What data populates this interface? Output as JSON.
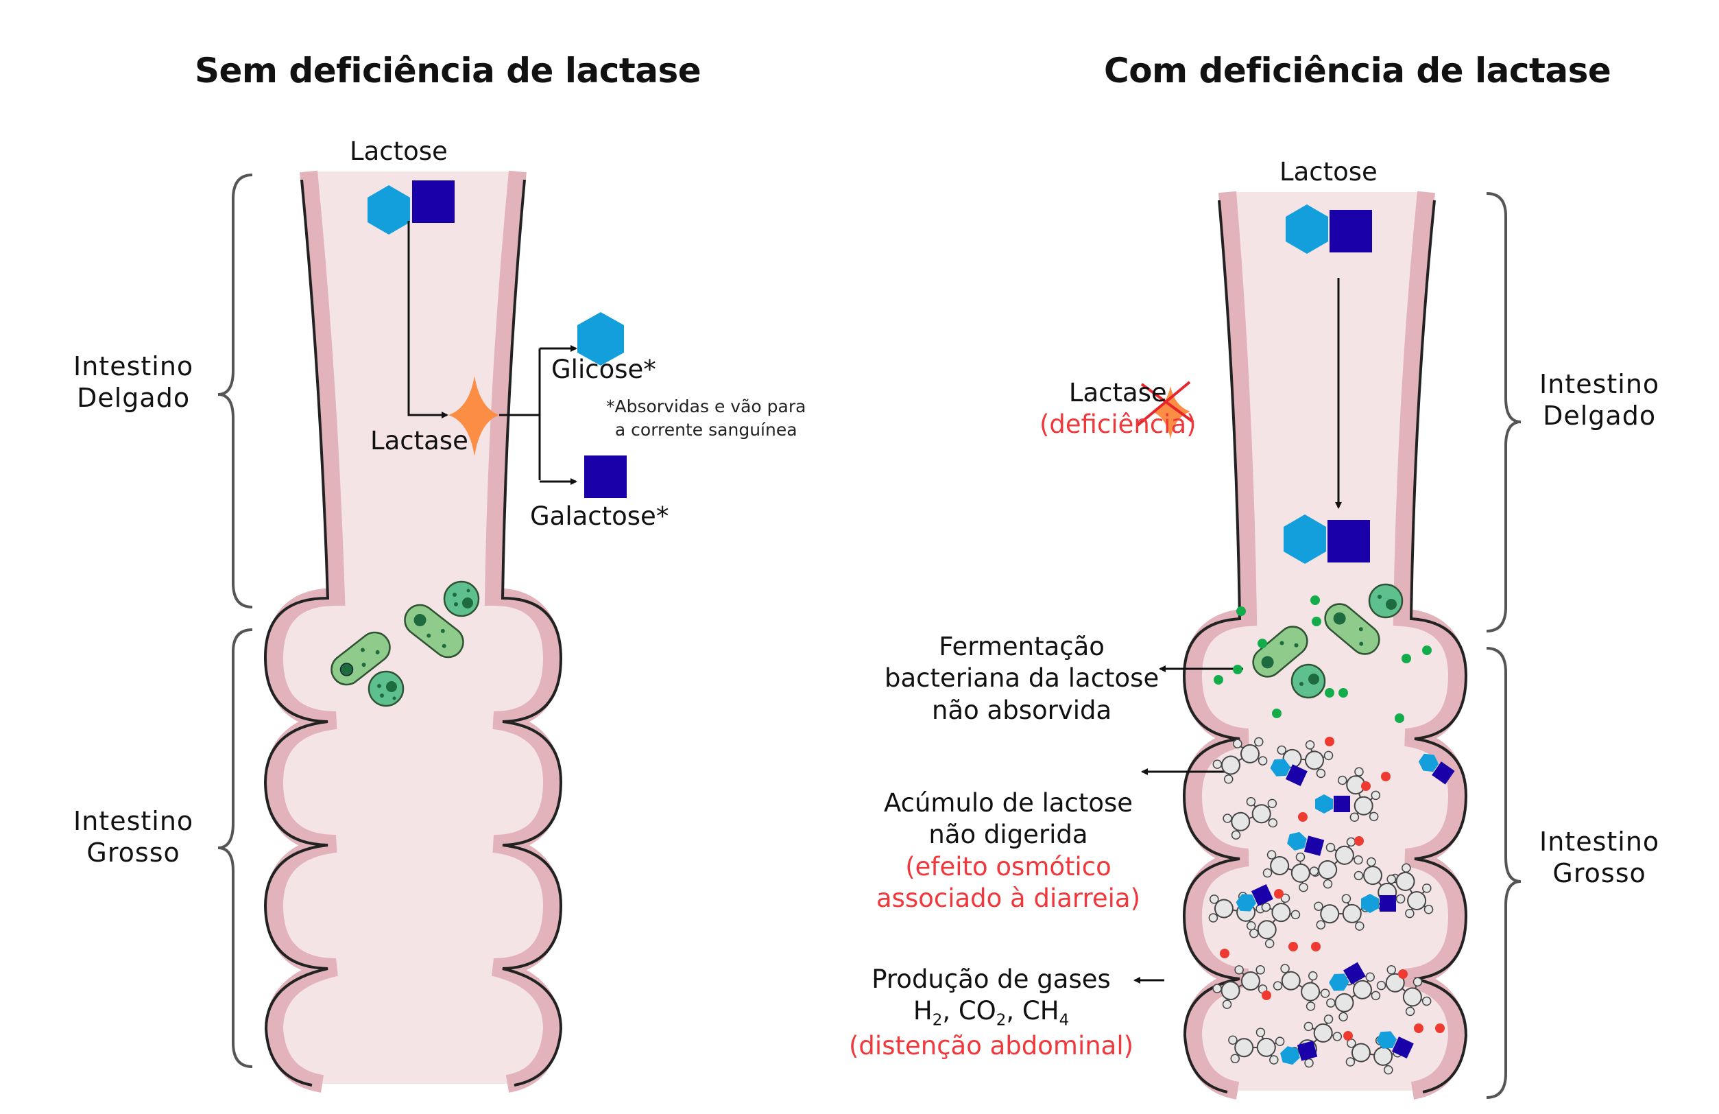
{
  "panels": {
    "left": {
      "title": "Sem deficiência de lactase",
      "lactose_label": "Lactose",
      "enzyme_label": "Lactase",
      "product_glucose": "Glicose*",
      "product_galactose": "Galactose*",
      "footnote_line1": "*Absorvidas e vão para",
      "footnote_line2": "a corrente sanguínea",
      "segment_small_line1": "Intestino",
      "segment_small_line2": "Delgado",
      "segment_large_line1": "Intestino",
      "segment_large_line2": "Grosso"
    },
    "right": {
      "title": "Com deficiência de lactase",
      "lactose_label": "Lactose",
      "enzyme_label": "Lactase",
      "enzyme_status": "(deficiência)",
      "fermentation_line1": "Fermentação",
      "fermentation_line2": "bacteriana da lactose",
      "fermentation_line3": "não absorvida",
      "accumulation_line1": "Acúmulo de lactose",
      "accumulation_line2": "não digerida",
      "accumulation_effect_line1": "(efeito osmótico",
      "accumulation_effect_line2": "associado à diarreia)",
      "gases_line1": "Produção de gases",
      "gases_formula_h": "H",
      "gases_formula_h_sub": "2",
      "gases_formula_co": ", CO",
      "gases_formula_co_sub": "2",
      "gases_formula_ch": ", CH",
      "gases_formula_ch_sub": "4",
      "gases_effect": "(distenção abdominal)",
      "segment_small_line1": "Intestino",
      "segment_small_line2": "Delgado",
      "segment_large_line1": "Intestino",
      "segment_large_line2": "Grosso"
    }
  },
  "colors": {
    "glucose": "#129fdc",
    "galactose": "#1900a8",
    "lactase": "#fb8d45",
    "deficiency_red": "#f0383c",
    "wall": "#e2b3bb",
    "lumen": "#f5e4e6",
    "bacteria_rod": "#8fcb8a",
    "bacteria_coccus": "#5fc08f",
    "fermentation_dot": "#12ad4a",
    "gas_dot": "#ee3a30",
    "gas_molecule": "#e6e6e6"
  }
}
